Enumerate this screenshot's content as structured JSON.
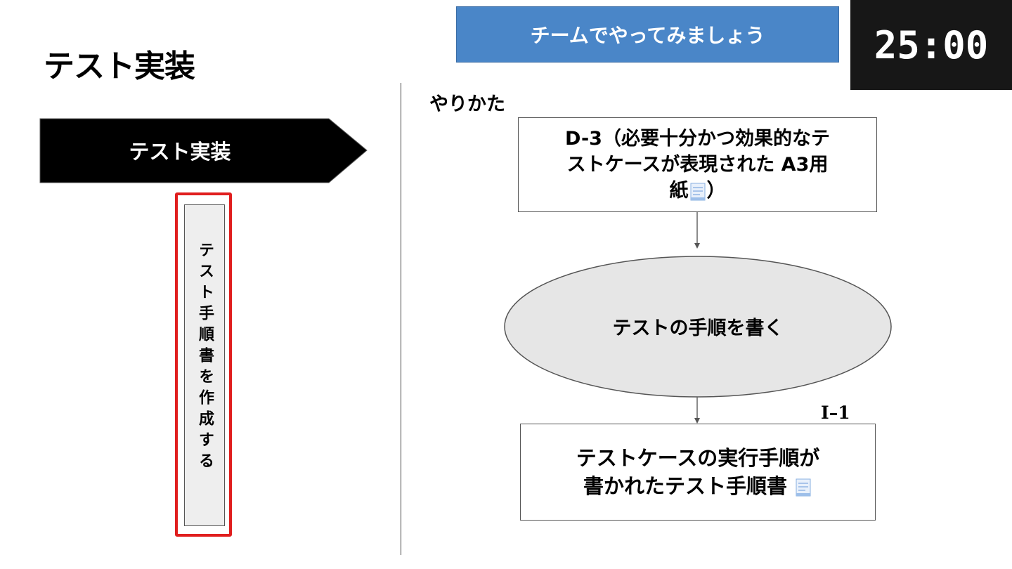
{
  "title": "テスト実装",
  "banner": "チームでやってみましょう",
  "timer": "25:00",
  "phase": {
    "label": "テスト実装"
  },
  "task": {
    "label": "テスト手順書を作成する",
    "highlight_color": "#e01e1e"
  },
  "howto": {
    "label": "やりかた",
    "input": {
      "line1": "D-3（必要十分かつ効果的なテ",
      "line2": "ストケースが表現された A3用",
      "line3_text": "紙",
      "line3_suffix": "）",
      "icon": "document-icon"
    },
    "process": "テストの手順を書く",
    "output": {
      "id": "I–1",
      "line1": "テストケースの実行手順が",
      "line2": "書かれたテスト手順書",
      "icon": "document-icon"
    }
  },
  "colors": {
    "banner": "#4a86c8",
    "timer_bg": "#171717",
    "phase_bg": "#000000",
    "process_fill": "#e6e6e6"
  }
}
